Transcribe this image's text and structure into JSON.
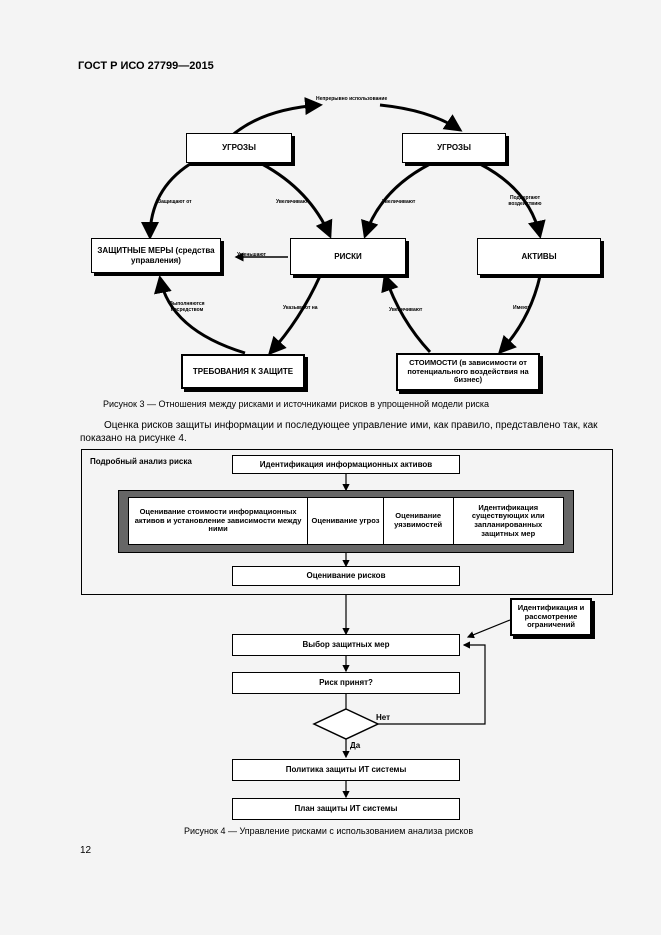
{
  "header": "ГОСТ Р ИСО 27799—2015",
  "fig3": {
    "top_label": "Непрерывно использование",
    "threats_left": "УГРОЗЫ",
    "threats_right": "УГРОЗЫ",
    "controls": "ЗАЩИТНЫЕ МЕРЫ (средства управления)",
    "risks": "РИСКИ",
    "assets": "АКТИВЫ",
    "requirements": "ТРЕБОВАНИЯ К ЗАЩИТЕ",
    "values": "СТОИМОСТИ (в зависимости от потенциального воздействия на бизнес)",
    "lbl_protect": "Защищают от",
    "lbl_increase_l": "Увеличивают",
    "lbl_increase_r": "Увеличивают",
    "lbl_expose": "Подвергают воздействию",
    "lbl_reduce": "Уменьшают",
    "lbl_fulfilled": "Выполняются посредством",
    "lbl_indicate": "Указывают на",
    "lbl_increase_b": "Увеличивают",
    "lbl_have": "Имеют",
    "caption": "Рисунок 3 — Отношения между рисками и источниками рисков в упрощенной модели риска"
  },
  "paragraph": "Оценка рисков защиты информации и последующее управление ими, как правило, представлено так, как показано на рисунке 4.",
  "fig4": {
    "detailed": "Подробный анализ риска",
    "identify_assets": "Идентификация информационных активов",
    "cell1": "Оценивание стоимости информационных активов и установление зависимости между ними",
    "cell2": "Оценивание угроз",
    "cell3": "Оценивание уязвимостей",
    "cell4": "Идентификация существующих или запланированных защитных мер",
    "risk_eval": "Оценивание рисков",
    "constraints": "Идентификация и рассмотрение ограничений",
    "select": "Выбор защитных мер",
    "accepted": "Риск принят?",
    "no": "Нет",
    "yes": "Да",
    "policy": "Политика защиты ИТ системы",
    "plan": "План защиты ИТ системы",
    "caption": "Рисунок 4 — Управление рисками с использованием анализа рисков"
  },
  "page_number": "12"
}
